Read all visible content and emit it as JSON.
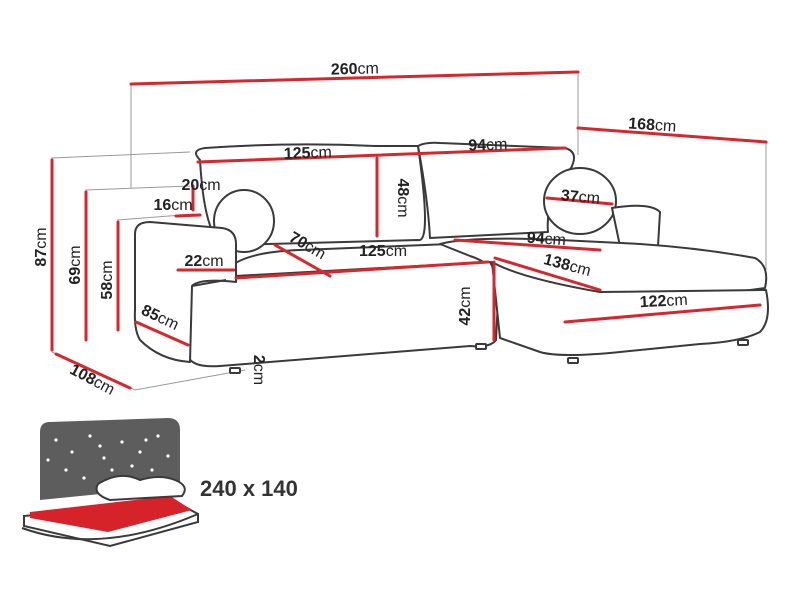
{
  "colors": {
    "dimension_line": "#d9262d",
    "outline": "#3a3a3a",
    "guide": "#9a9a9a",
    "mattress_red": "#d6232a",
    "night_sky": "#5d5d5d"
  },
  "unit": "cm",
  "dimensions": {
    "total_width": "260",
    "side_depth": "168",
    "back_cushion_left_width": "125",
    "back_cushion_right_width": "94",
    "armrest_height_above_seat": "20",
    "armrest_width": "16",
    "back_cushion_height": "48",
    "round_pillow_diameter": "37",
    "total_height": "87",
    "height_69": "69",
    "height_58": "58",
    "armrest_depth": "22",
    "seat_depth": "70",
    "seat_width_left": "125",
    "seat_width_right": "94",
    "chaise_inner_length": "138",
    "chaise_width": "122",
    "seat_height": "42",
    "armrest_length": "85",
    "total_depth": "108",
    "leg_height": "2"
  },
  "bed": {
    "size_label": "240 x 140",
    "icon": "sleeping-function-icon"
  }
}
